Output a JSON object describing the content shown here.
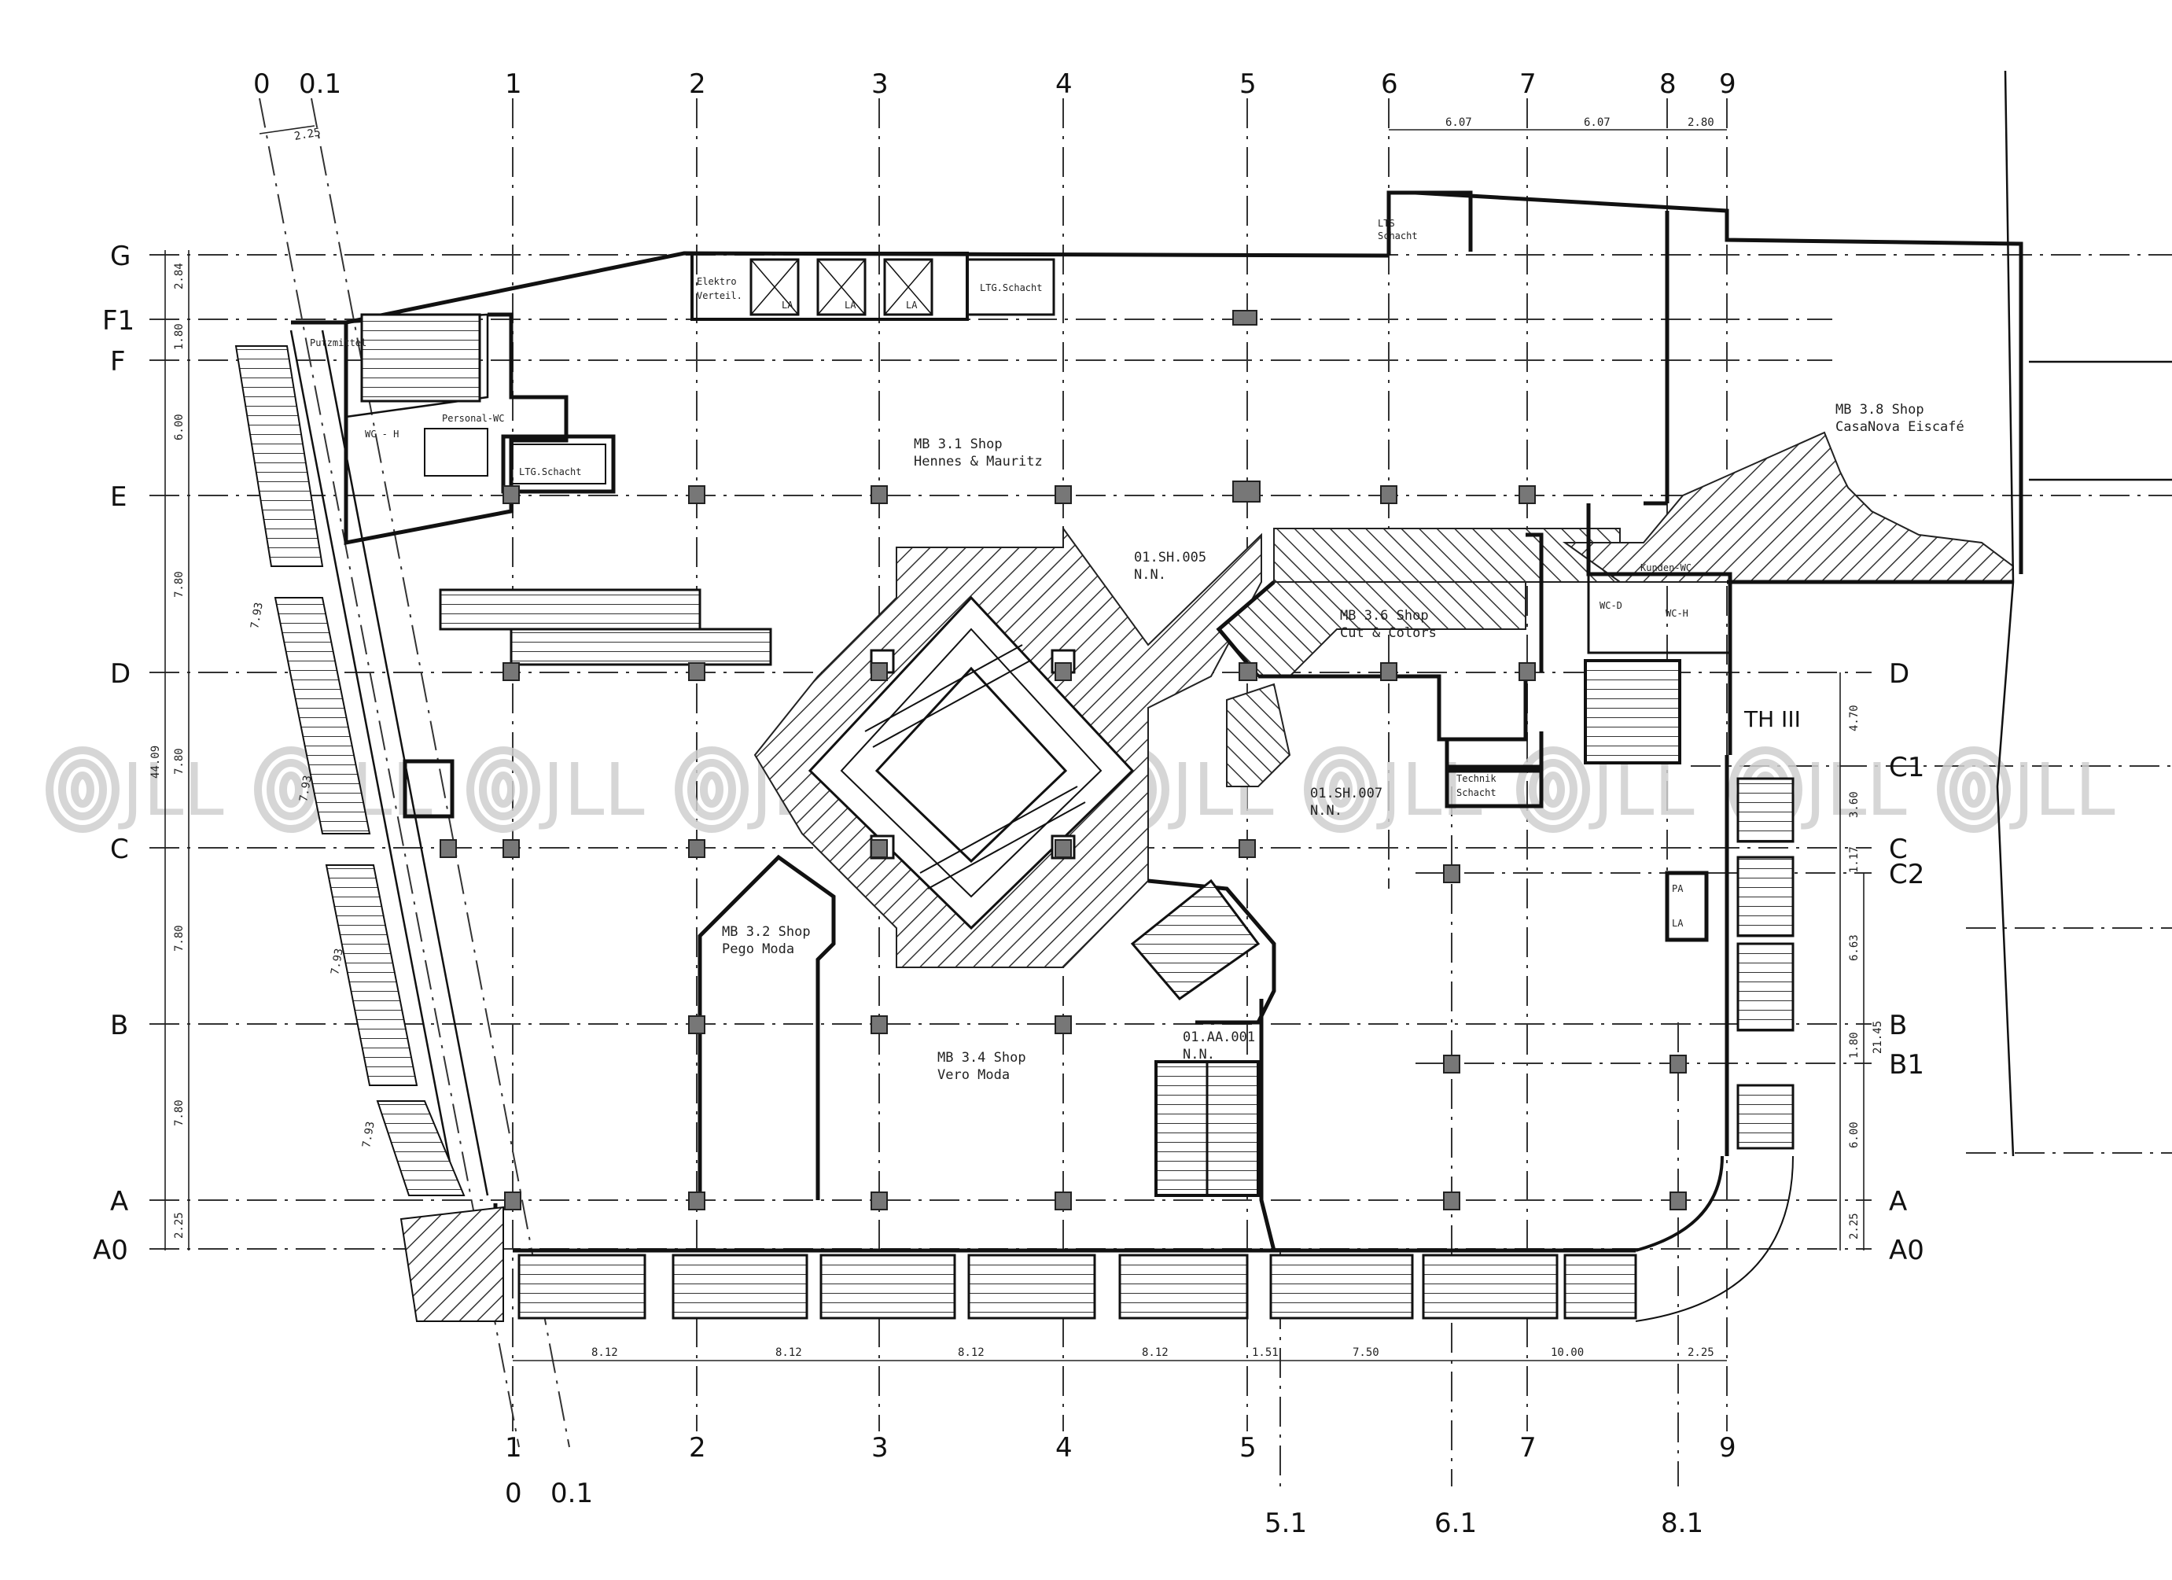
{
  "grid": {
    "vertical": [
      {
        "top": "0",
        "bottom": ""
      },
      {
        "top": "0.1",
        "bottom": ""
      },
      {
        "top": "1",
        "bottom": "1"
      },
      {
        "top": "2",
        "bottom": "2"
      },
      {
        "top": "3",
        "bottom": "3"
      },
      {
        "top": "4",
        "bottom": "4"
      },
      {
        "top": "5",
        "bottom": "5"
      },
      {
        "top": "6",
        "bottom": ""
      },
      {
        "top": "7",
        "bottom": "7"
      },
      {
        "top": "8",
        "bottom": ""
      },
      {
        "top": "9",
        "bottom": "9"
      }
    ],
    "bottom_extra": [
      "0",
      "0.1",
      "5.1",
      "6.1",
      "8.1"
    ],
    "rows_left": [
      "G",
      "F1",
      "F",
      "E",
      "D",
      "C",
      "B",
      "A",
      "A0"
    ],
    "rows_right": [
      "D",
      "C1",
      "C",
      "C2",
      "B",
      "B1",
      "A",
      "A0"
    ]
  },
  "dimensions": {
    "top": [
      "6.07",
      "6.07",
      "2.80"
    ],
    "left_outer": [
      "2.84",
      "1.80",
      "6.00",
      "7.80",
      "7.80",
      "7.80",
      "7.80",
      "2.25"
    ],
    "left_total": "44.09",
    "left_inner": [
      "2.25",
      "7.93",
      "7.93",
      "7.93",
      "7.93"
    ],
    "bottom": [
      "8.12",
      "8.12",
      "8.12",
      "8.12",
      "1.51",
      "7.50",
      "10.00",
      "2.25"
    ],
    "right_outer": [
      "4.70",
      "3.60",
      "1.17",
      "6.63",
      "1.80",
      "6.00",
      "2.25"
    ],
    "right_total": "21.45"
  },
  "rooms": [
    {
      "name": "MB 3.1 Shop",
      "sub": "Hennes & Mauritz"
    },
    {
      "name": "MB 3.2 Shop",
      "sub": "Pego Moda"
    },
    {
      "name": "MB 3.4 Shop",
      "sub": "Vero Moda"
    },
    {
      "name": "MB 3.6 Shop",
      "sub": "Cut & Colors"
    },
    {
      "name": "MB 3.8 Shop",
      "sub": "CasaNova Eiscafé"
    },
    {
      "name": "01.SH.005",
      "sub": "N.N."
    },
    {
      "name": "01.SH.007",
      "sub": "N.N."
    },
    {
      "name": "01.AA.001",
      "sub": "N.N."
    }
  ],
  "labels": {
    "elektro": "Elektro",
    "verteil": "Verteil.",
    "la": "LA",
    "ltg_schacht": "LTG.Schacht",
    "lts_schacht": "LTS",
    "lts_schacht2": "Schacht",
    "putzmittel": "Putzmittel",
    "personal_wc": "Personal-WC",
    "wc_h": "WC - H",
    "ltg_schacht_small": "LTG.Schacht",
    "technik": "Technik",
    "technik2": "Schacht",
    "kunden_wc": "Kunden-WC",
    "wc_d": "WC-D",
    "wc_h2": "WC-H",
    "th": "TH III",
    "pa": "PA",
    "la2": "LA"
  },
  "watermark": "JLL"
}
